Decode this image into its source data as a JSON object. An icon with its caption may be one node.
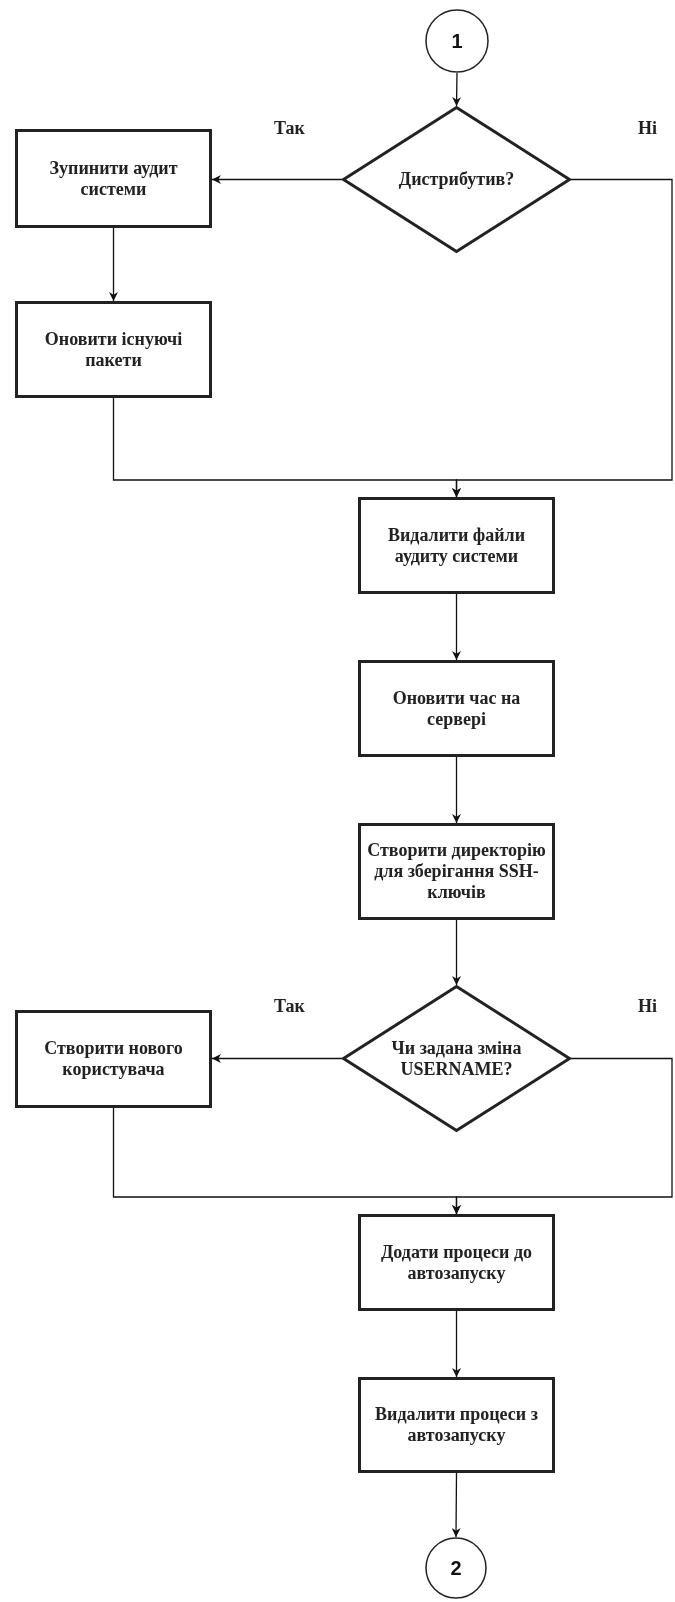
{
  "diagram": {
    "nodes": [
      {
        "text": [
          "1"
        ]
      },
      {
        "text": [
          "Дистрибутив?"
        ]
      },
      {
        "text": [
          "Зупинити аудит системи"
        ]
      },
      {
        "text": [
          "Оновити існуючі пакети"
        ]
      },
      {
        "text": [
          "Видалити файли аудиту системи"
        ]
      },
      {
        "text": [
          "Оновити час на сервері"
        ]
      },
      {
        "text": [
          "Створити директорію для зберігання SSH-ключів"
        ]
      },
      {
        "text": [
          "Чи задана зміна USERNAME?"
        ]
      },
      {
        "text": [
          "Створити нового користувача"
        ]
      },
      {
        "text": [
          "Додати процеси до автозапуску"
        ]
      },
      {
        "text": [
          "Видалити процеси з автозапуску"
        ]
      },
      {
        "text": [
          "2"
        ]
      }
    ],
    "edges": [
      {
        "from": 0,
        "to": 1,
        "arrow": "to"
      },
      {
        "from": 1,
        "to": 2,
        "arrow": "to",
        "label": "Так"
      },
      {
        "from": 2,
        "to": 3,
        "arrow": "to"
      },
      {
        "from": 3,
        "to": 4,
        "arrow": "to"
      },
      {
        "from": 1,
        "to": 4,
        "arrow": "to",
        "label": "Ні"
      },
      {
        "from": 4,
        "to": 5,
        "arrow": "to"
      },
      {
        "from": 5,
        "to": 6,
        "arrow": "to"
      },
      {
        "from": 6,
        "to": 7,
        "arrow": "to"
      },
      {
        "from": 7,
        "to": 8,
        "arrow": "to",
        "label": "Так"
      },
      {
        "from": 8,
        "to": 9,
        "arrow": "to"
      },
      {
        "from": 7,
        "to": 9,
        "arrow": "to",
        "label": "Ні"
      },
      {
        "from": 9,
        "to": 10,
        "arrow": "to"
      },
      {
        "from": 10,
        "to": 11,
        "arrow": "to"
      }
    ]
  }
}
